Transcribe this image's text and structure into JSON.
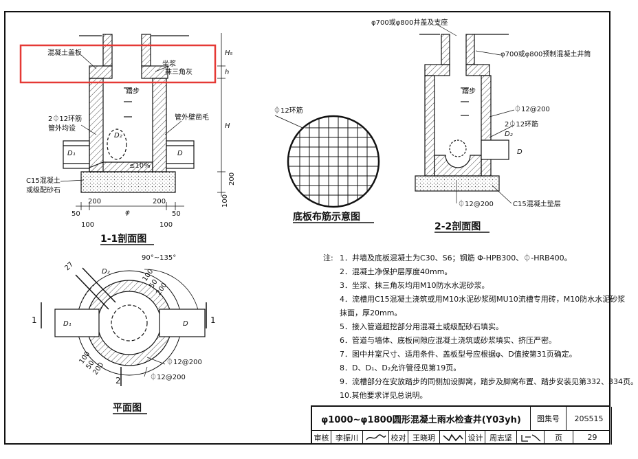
{
  "section11": {
    "cover_top": "φ700或φ800井盖及支座",
    "concrete_cover": "混凝土盖板",
    "mortar": "坐浆",
    "triangle": "抹三角灰",
    "step": "踏步",
    "rebar_ring": "2⏀12环筋",
    "pipe_outer": "管外均设",
    "pipe_wall": "管外壁凿毛",
    "d2": "D₂",
    "d1": "D₁",
    "d": "D",
    "slope": "≤10%",
    "base_line1": "C15混凝土",
    "base_line2": "或级配砂石",
    "dim_h5": "H₅",
    "dim_h": "h",
    "dim_H": "H",
    "dim_200": "200",
    "dim_100": "100",
    "dim_50": "50",
    "dim_phi": "φ",
    "title": "1-1剖面图"
  },
  "base_plate": {
    "label": "⏀12环筋",
    "title": "底板布筋示意图"
  },
  "section22": {
    "cover": "φ700或φ800井盖及支座",
    "tube": "φ700或φ800预制混凝土井筒",
    "step": "踏步",
    "rebar200": "⏀12@200",
    "ring": "2⏀12环筋",
    "d2": "D₂",
    "d": "D",
    "rebar_bottom": "⏀12@200",
    "c15": "C15混凝土垫层",
    "title": "2-2剖面图"
  },
  "plan": {
    "angle": "90°~135°",
    "num27": "27",
    "d2": "D₂",
    "d1": "D₁",
    "d": "D",
    "n100": "100",
    "n50": "50",
    "n200": "200",
    "rebar1": "⏀12@200",
    "rebar2": "⏀12@200",
    "cut1": "1",
    "cut2": "2",
    "title": "平面图"
  },
  "notes": {
    "prefix": "注:",
    "items": [
      "1．井墙及底板混凝土为C30、S6；钢筋 Φ-HPB300、⏀-HRB400。",
      "2．混凝土净保护层厚度40mm。",
      "3．坐浆、抹三角灰均用M10防水水泥砂浆。",
      "4．流槽用C15混凝土浇筑或用M10水泥砂浆砌MU10流槽专用砖，M10防水水泥砂浆",
      "   抹面，厚20mm。",
      "5．接入管道超挖部分用混凝土或级配砂石填实。",
      "6．管道与墙体、底板间隙应混凝土浇筑或砂浆填实、挤压严密。",
      "7．图中井室尺寸、适用条件、盖板型号应根据φ、D值按第31页确定。",
      "8．D、D₁、D₂允许管径见第19页。",
      "9．流槽部分在安放踏步的同侧加设脚窝，踏步及脚窝布置、踏步安装见第332、334页。",
      "10.其他要求详见总说明。"
    ]
  },
  "titleblock": {
    "title": "φ1000~φ1800圆形混凝土雨水检查井(Y03yh)",
    "atlas_label": "图集号",
    "atlas_no": "20S515",
    "review_label": "审核",
    "review_name": "李振川",
    "check_label": "校对",
    "check_name": "王晓玥",
    "design_label": "设计",
    "design_name": "周志坚",
    "page_label": "页",
    "page_no": "29"
  },
  "colors": {
    "line": "#111111",
    "highlight": "#e53935",
    "hatch": "#444444"
  }
}
